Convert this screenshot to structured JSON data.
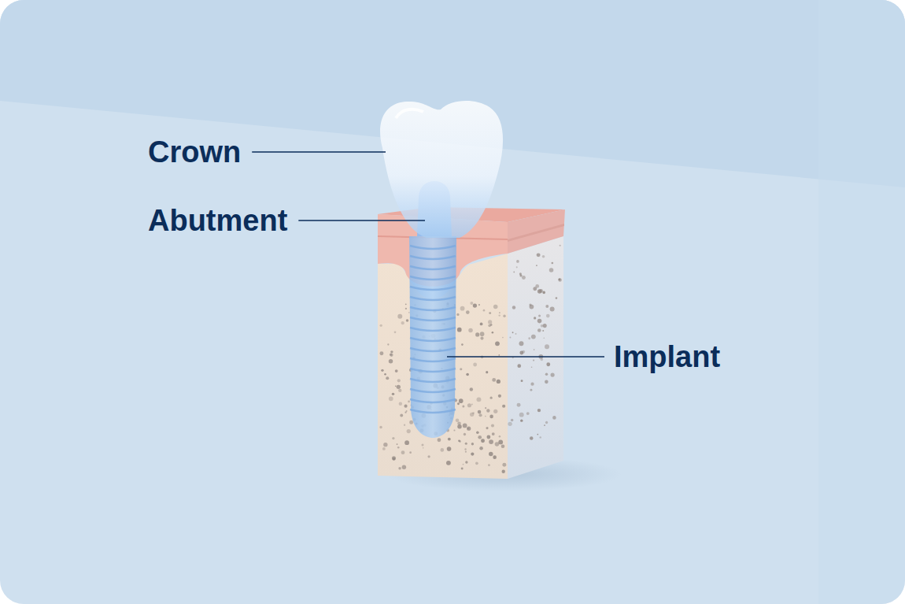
{
  "diagram": {
    "labels": [
      "Crown",
      "Abutment",
      "Implant"
    ]
  }
}
